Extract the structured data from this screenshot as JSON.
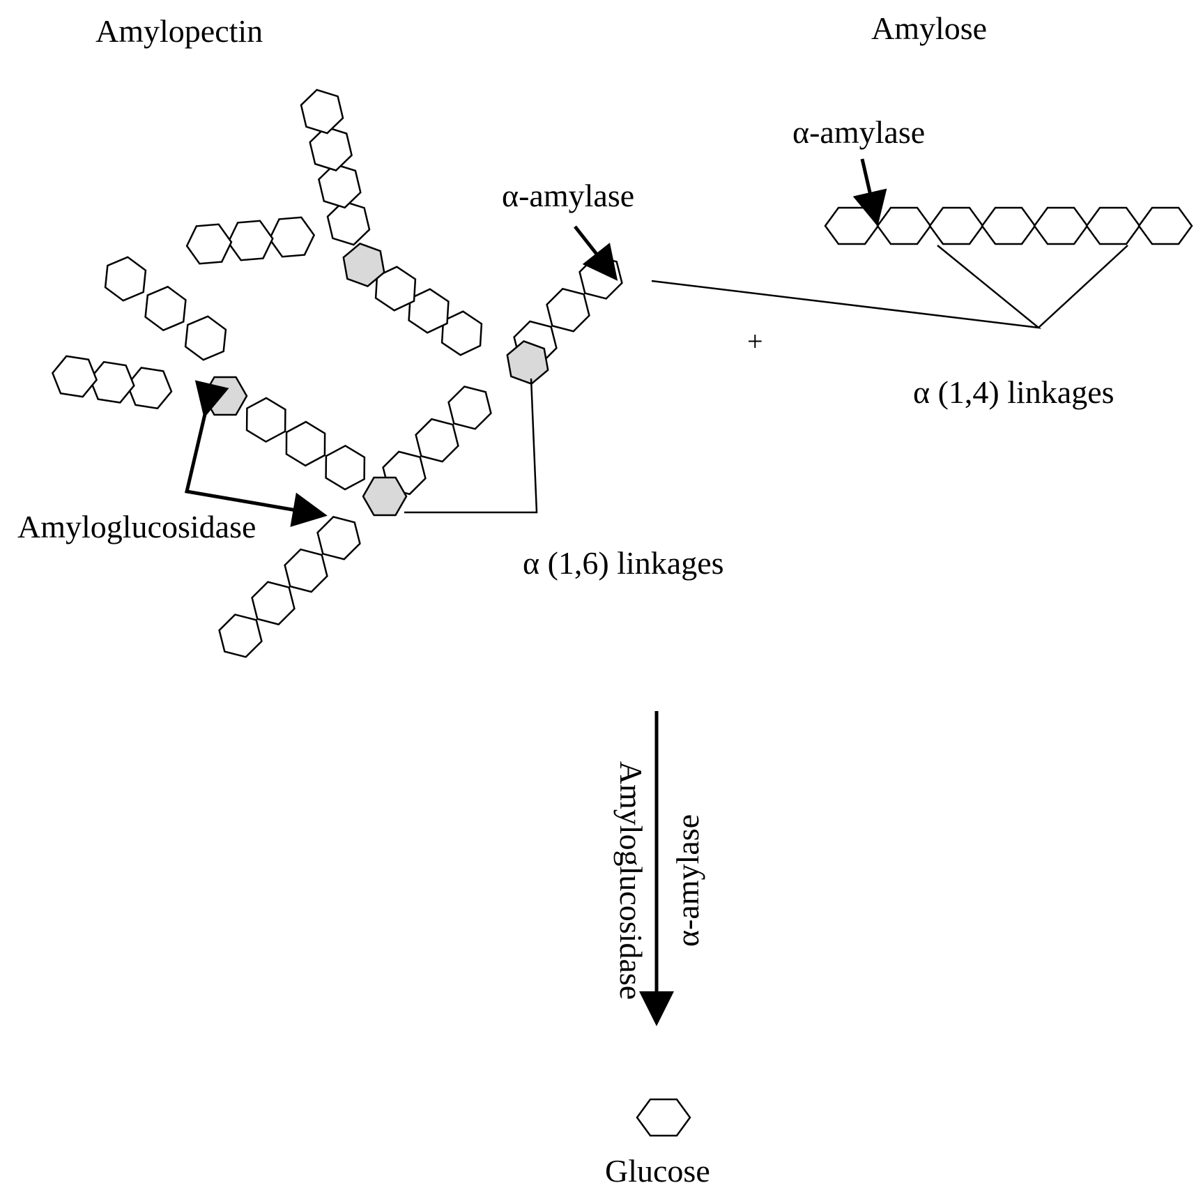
{
  "labels": {
    "amylopectin": "Amylopectin",
    "amylose": "Amylose",
    "alpha_amylase_top": "α-amylase",
    "alpha_amylase_mid": "α-amylase",
    "amyloglucosidase": "Amyloglucosidase",
    "alpha_14": "α (1,4) linkages",
    "alpha_16": "α (1,6) linkages",
    "plus": "+",
    "arrow_amyloglucosidase": "Amyloglucosidase",
    "arrow_alpha_amylase": "α-amylase",
    "glucose": "Glucose"
  },
  "colors": {
    "line": "#000000",
    "unit_fill": "#ffffff",
    "branch_point_fill": "#d9d9d9"
  }
}
